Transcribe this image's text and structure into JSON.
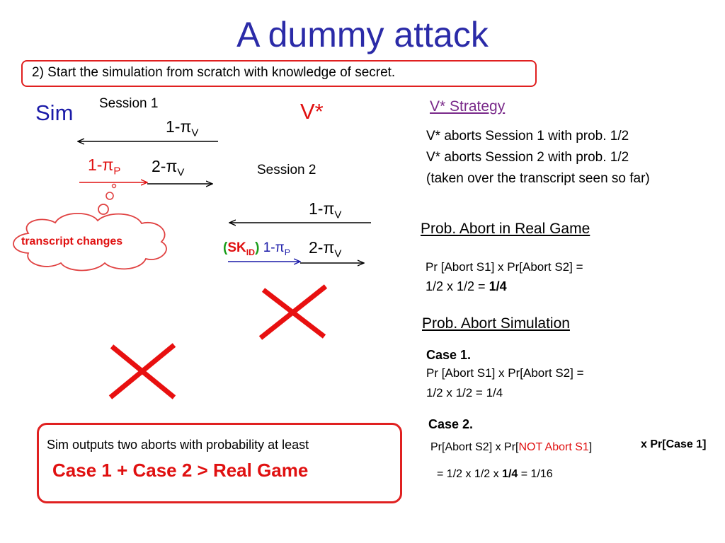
{
  "title": "A dummy attack",
  "banner": "2) Start the simulation from scratch with  knowledge of secret.",
  "left": {
    "sim_label": "Sim",
    "v_label": "V*",
    "session1": "Session 1",
    "session2": "Session 2",
    "msg_1_pi": "1-π",
    "msg_2_pi": "2-π",
    "sub_v": "V",
    "sub_p": "P",
    "sub_id": "ID",
    "sk": "SK",
    "paren_open": "(",
    "paren_close": ")",
    "thought": "transcript changes"
  },
  "right": {
    "strategy_heading": "V* Strategy",
    "strategy_lines": [
      "V* aborts Session 1 with prob. 1/2",
      "V* aborts Session 2 with prob. 1/2",
      "(taken over the transcript seen so far)"
    ],
    "real_heading": "Prob.  Abort in  Real Game",
    "real_line1": "Pr [Abort S1] x Pr[Abort S2] =",
    "real_line2_prefix": "1/2 x 1/2 = ",
    "real_line2_bold": "1/4",
    "sim_heading": "Prob. Abort Simulation",
    "case1_title": "Case 1.",
    "case1_line1": "Pr [Abort S1] x Pr[Abort S2] =",
    "case1_line2": "1/2 x 1/2 = 1/4",
    "case2_title": "Case 2.",
    "case2_pre": "Pr[Abort S2] x Pr[",
    "case2_red": "NOT Abort S1",
    "case2_post": "]",
    "case2_bold": "x Pr[Case 1]",
    "case2_res_pre": "= 1/2 x 1/2 x ",
    "case2_res_bold": "1/4",
    "case2_res_post": " = 1/16"
  },
  "sim_box": {
    "line1": "Sim outputs two aborts with probability at least",
    "line2": "Case 1 + Case 2 > Real Game"
  }
}
